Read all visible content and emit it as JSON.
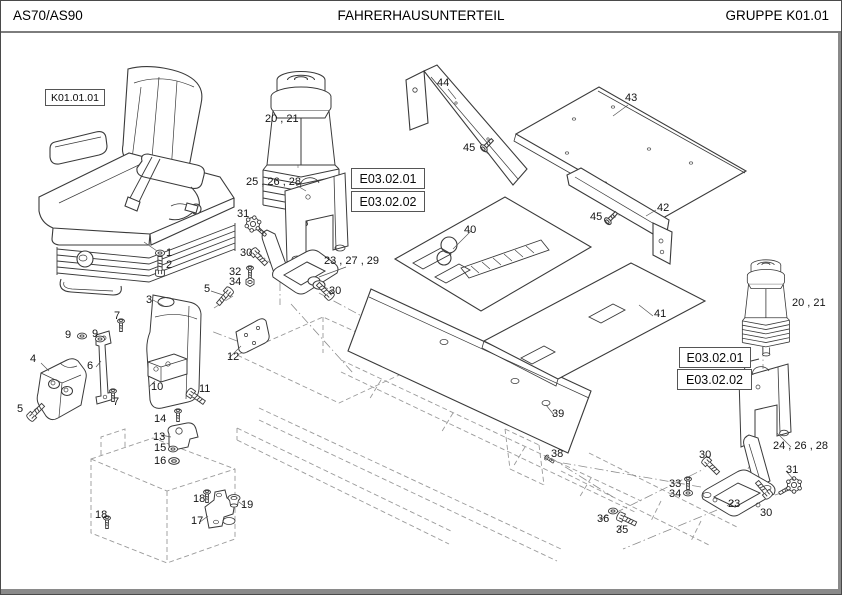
{
  "header": {
    "model": "AS70/AS90",
    "title": "FAHRERHAUSUNTERTEIL",
    "group": "GRUPPE K01.01"
  },
  "ref_boxes": {
    "seat": "K01.01.01",
    "left_top": "E03.02.01",
    "left_bottom": "E03.02.02",
    "right_top": "E03.02.01",
    "right_bottom": "E03.02.02"
  },
  "callouts": [
    {
      "id": "c1",
      "text": "1"
    },
    {
      "id": "c2",
      "text": "2"
    },
    {
      "id": "c3",
      "text": "3"
    },
    {
      "id": "c4",
      "text": "4"
    },
    {
      "id": "c5a",
      "text": "5"
    },
    {
      "id": "c5b",
      "text": "5"
    },
    {
      "id": "c6",
      "text": "6"
    },
    {
      "id": "c7a",
      "text": "7"
    },
    {
      "id": "c7b",
      "text": "7"
    },
    {
      "id": "c9a",
      "text": "9"
    },
    {
      "id": "c9b",
      "text": "9"
    },
    {
      "id": "c10",
      "text": "10"
    },
    {
      "id": "c11",
      "text": "11"
    },
    {
      "id": "c12",
      "text": "12"
    },
    {
      "id": "c13",
      "text": "13"
    },
    {
      "id": "c14",
      "text": "14"
    },
    {
      "id": "c15",
      "text": "15"
    },
    {
      "id": "c16",
      "text": "16"
    },
    {
      "id": "c17",
      "text": "17"
    },
    {
      "id": "c18a",
      "text": "18"
    },
    {
      "id": "c18b",
      "text": "18"
    },
    {
      "id": "c19",
      "text": "19"
    },
    {
      "id": "c2021L",
      "text": "20 , 21"
    },
    {
      "id": "c252628",
      "text": "25 , 26 , 28"
    },
    {
      "id": "c31L",
      "text": "31"
    },
    {
      "id": "c30a",
      "text": "30"
    },
    {
      "id": "c32",
      "text": "32"
    },
    {
      "id": "c34a",
      "text": "34"
    },
    {
      "id": "c232729",
      "text": "23 , 27 , 29"
    },
    {
      "id": "c30b",
      "text": "30"
    },
    {
      "id": "c44",
      "text": "44"
    },
    {
      "id": "c43",
      "text": "43"
    },
    {
      "id": "c45a",
      "text": "45"
    },
    {
      "id": "c42",
      "text": "42"
    },
    {
      "id": "c45b",
      "text": "45"
    },
    {
      "id": "c40",
      "text": "40"
    },
    {
      "id": "c41",
      "text": "41"
    },
    {
      "id": "c39",
      "text": "39"
    },
    {
      "id": "c38",
      "text": "38"
    },
    {
      "id": "c2021R",
      "text": "20 , 21"
    },
    {
      "id": "c242628",
      "text": "24 , 26 , 28"
    },
    {
      "id": "c30c",
      "text": "30"
    },
    {
      "id": "c33",
      "text": "33"
    },
    {
      "id": "c34b",
      "text": "34"
    },
    {
      "id": "c23R",
      "text": "23"
    },
    {
      "id": "c31R",
      "text": "31"
    },
    {
      "id": "c30d",
      "text": "30"
    },
    {
      "id": "c36",
      "text": "36"
    },
    {
      "id": "c35",
      "text": "35"
    }
  ],
  "colors": {
    "ink": "#3a3a3a",
    "dashed_line": "#9a9a9a",
    "page_border": "#8a8a8a",
    "text": "#141414"
  }
}
